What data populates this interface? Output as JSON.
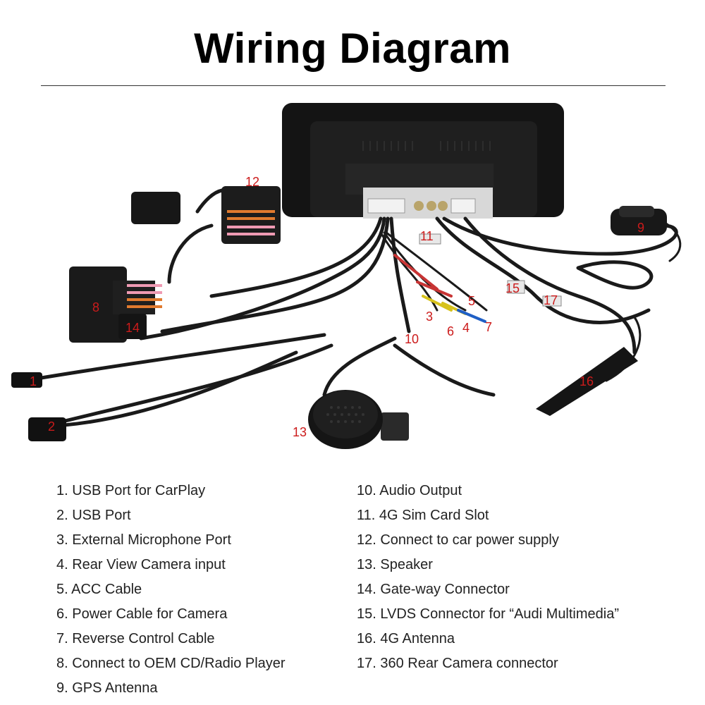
{
  "title": "Wiring Diagram",
  "callouts": [
    "1",
    "2",
    "3",
    "4",
    "5",
    "6",
    "7",
    "8",
    "9",
    "10",
    "11",
    "12",
    "13",
    "14",
    "15",
    "16",
    "17"
  ],
  "legend_left": [
    "1. USB Port for CarPlay",
    "2. USB Port",
    "3. External Microphone Port",
    "4. Rear View Camera input",
    "5. ACC Cable",
    "6. Power Cable for Camera",
    "7. Reverse Control Cable",
    "8. Connect to OEM CD/Radio Player",
    "9. GPS Antenna"
  ],
  "legend_right": [
    "10. Audio Output",
    "11. 4G Sim Card Slot",
    "12. Connect to car power supply",
    "13. Speaker",
    "14. Gate-way Connector",
    "15. LVDS Connector for “Audi Multimedia”",
    "16. 4G Antenna",
    "17. 360 Rear Camera connector"
  ],
  "colors": {
    "callout": "#cc1b1b",
    "cable": "#1a1a1a",
    "unit": "#111111",
    "connector_bg": "#e8e8e8"
  }
}
